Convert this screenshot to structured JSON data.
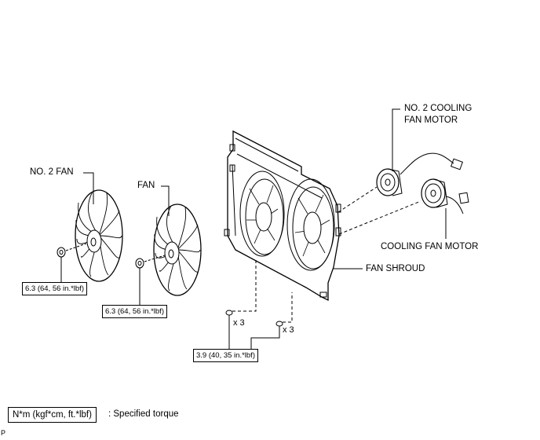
{
  "labels": {
    "no2_fan": "NO. 2 FAN",
    "fan": "FAN",
    "no2_cooling_fan_motor_line1": "NO. 2 COOLING",
    "no2_cooling_fan_motor_line2": "FAN MOTOR",
    "cooling_fan_motor": "COOLING FAN MOTOR",
    "fan_shroud": "FAN SHROUD"
  },
  "torques": {
    "no2_fan_nut": "6.3 (64, 56 in.*lbf)",
    "fan_nut": "6.3 (64, 56 in.*lbf)",
    "bolts": "3.9 (40, 35 in.*lbf)"
  },
  "quantities": {
    "left_bolts": "x 3",
    "right_bolts": "x 3"
  },
  "legend": {
    "unit": "N*m (kgf*cm, ft.*lbf)",
    "description": ": Specified torque"
  },
  "figure_code": "P"
}
